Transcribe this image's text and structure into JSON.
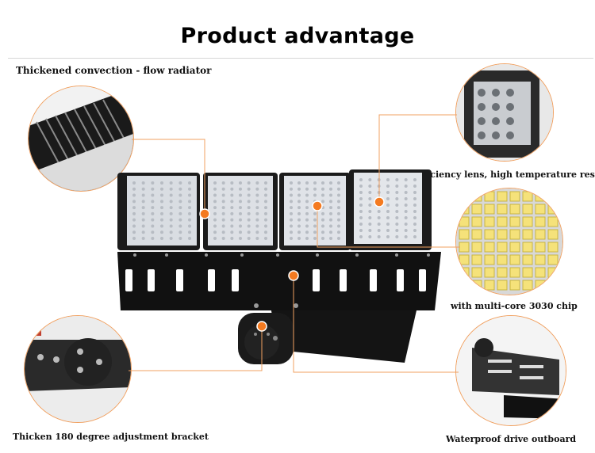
{
  "page": {
    "title": "Product advantage"
  },
  "features": {
    "radiator": "Thickened convection - flow radiator",
    "lens": "High efficiency lens, high temperature resistant",
    "chip": "with multi-core 3030 chip",
    "bracket": "Thicken 180 degree adjustment bracket",
    "drive": "Waterproof drive outboard"
  },
  "colors": {
    "accent": "#f47a20",
    "callout_line": "#f0a060",
    "housing": "#111111",
    "led_yellow": "#f5e27a"
  },
  "icons": {
    "marker": "orange-dot"
  }
}
